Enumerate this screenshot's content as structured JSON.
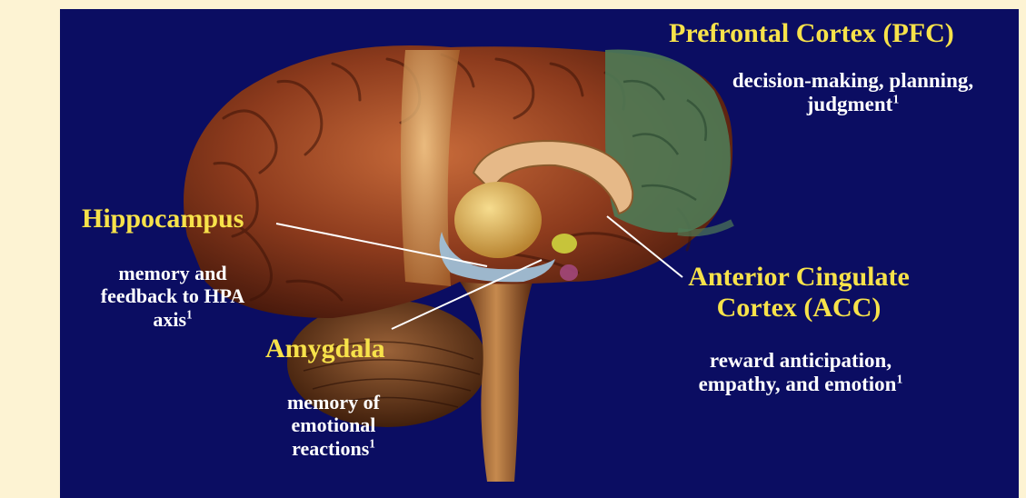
{
  "regions": {
    "pfc": {
      "title": "Prefrontal Cortex (PFC)",
      "desc_line1": "decision-making, planning,",
      "desc_line2": "judgment",
      "footnote": "1"
    },
    "hippocampus": {
      "title": "Hippocampus",
      "desc_line1": "memory and",
      "desc_line2": "feedback to HPA",
      "desc_line3": "axis",
      "footnote": "1"
    },
    "acc": {
      "title_line1": "Anterior Cingulate",
      "title_line2": "Cortex (ACC)",
      "desc_line1": "reward anticipation,",
      "desc_line2": "empathy, and emotion",
      "footnote": "1"
    },
    "amygdala": {
      "title": "Amygdala",
      "desc_line1": "memory of",
      "desc_line2": "emotional",
      "desc_line3": "reactions",
      "footnote": "1"
    }
  },
  "colors": {
    "slide_background": "#0b0d62",
    "page_background": "#fdf3d3",
    "label_color": "#f7e24a",
    "description_color": "#ffffff",
    "pfc_highlight": "#4f7a55",
    "hippocampus_highlight": "#9fbfd6",
    "amygdala_highlight": "#c7c43a",
    "brain_tissue": "#8a3a1c"
  }
}
